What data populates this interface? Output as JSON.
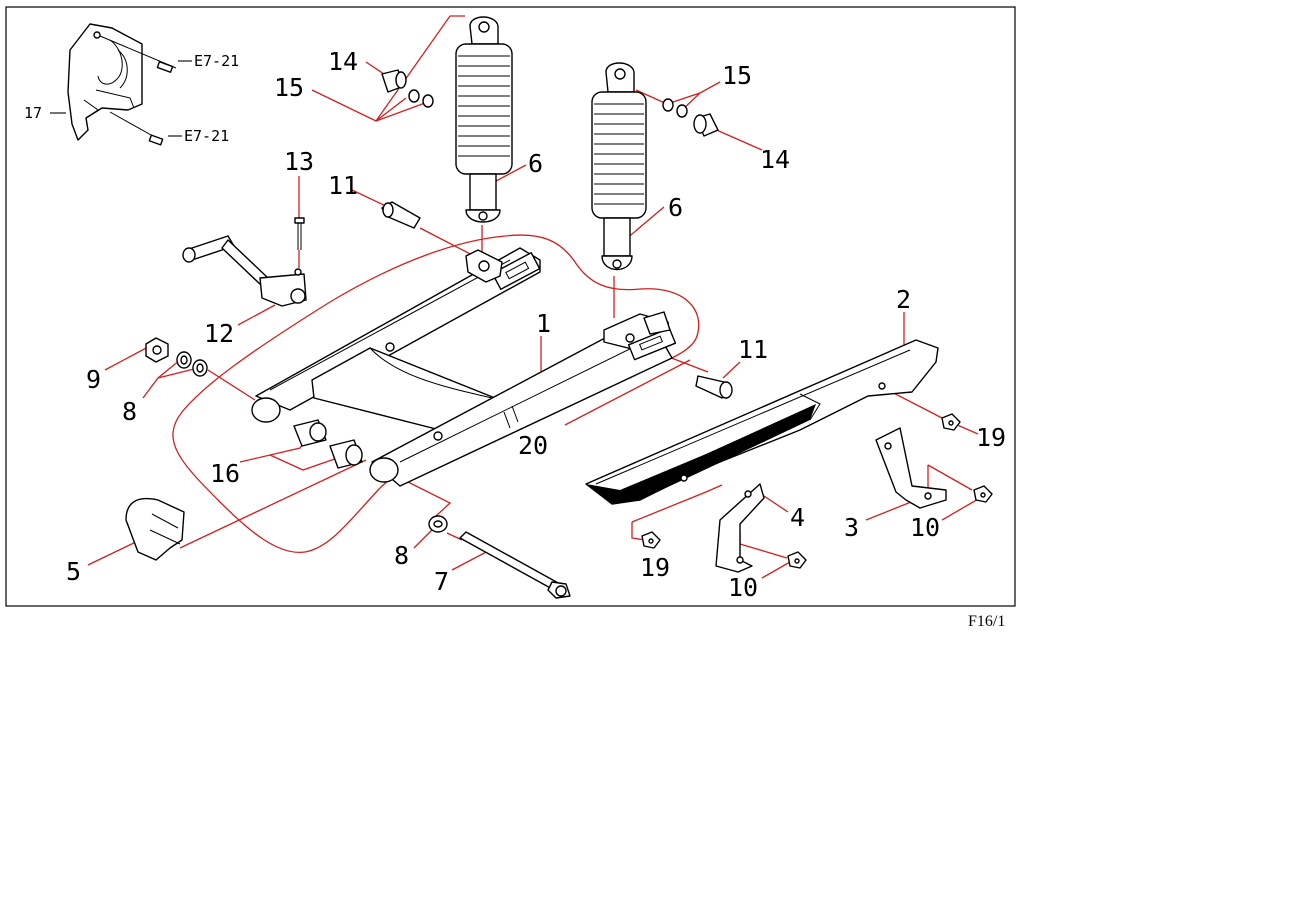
{
  "figure": {
    "id": "F16/1",
    "callouts": [
      {
        "key": "c1",
        "text": "1"
      },
      {
        "key": "c2",
        "text": "2"
      },
      {
        "key": "c3",
        "text": "3"
      },
      {
        "key": "c4",
        "text": "4"
      },
      {
        "key": "c5",
        "text": "5"
      },
      {
        "key": "c6a",
        "text": "6"
      },
      {
        "key": "c6b",
        "text": "6"
      },
      {
        "key": "c7",
        "text": "7"
      },
      {
        "key": "c8a",
        "text": "8"
      },
      {
        "key": "c8b",
        "text": "8"
      },
      {
        "key": "c9",
        "text": "9"
      },
      {
        "key": "c10a",
        "text": "10"
      },
      {
        "key": "c10b",
        "text": "10"
      },
      {
        "key": "c11a",
        "text": "11"
      },
      {
        "key": "c11b",
        "text": "11"
      },
      {
        "key": "c12",
        "text": "12"
      },
      {
        "key": "c13",
        "text": "13"
      },
      {
        "key": "c14a",
        "text": "14"
      },
      {
        "key": "c14b",
        "text": "14"
      },
      {
        "key": "c15a",
        "text": "15"
      },
      {
        "key": "c15b",
        "text": "15"
      },
      {
        "key": "c16",
        "text": "16"
      },
      {
        "key": "c17",
        "text": "17"
      },
      {
        "key": "c19a",
        "text": "19"
      },
      {
        "key": "c19b",
        "text": "19"
      },
      {
        "key": "c20",
        "text": "20"
      },
      {
        "key": "ce7a",
        "text": "E7-21"
      },
      {
        "key": "ce7b",
        "text": "E7-21"
      }
    ]
  },
  "colors": {
    "leader": "#d21f1f",
    "outline": "#000000",
    "background": "#ffffff"
  }
}
